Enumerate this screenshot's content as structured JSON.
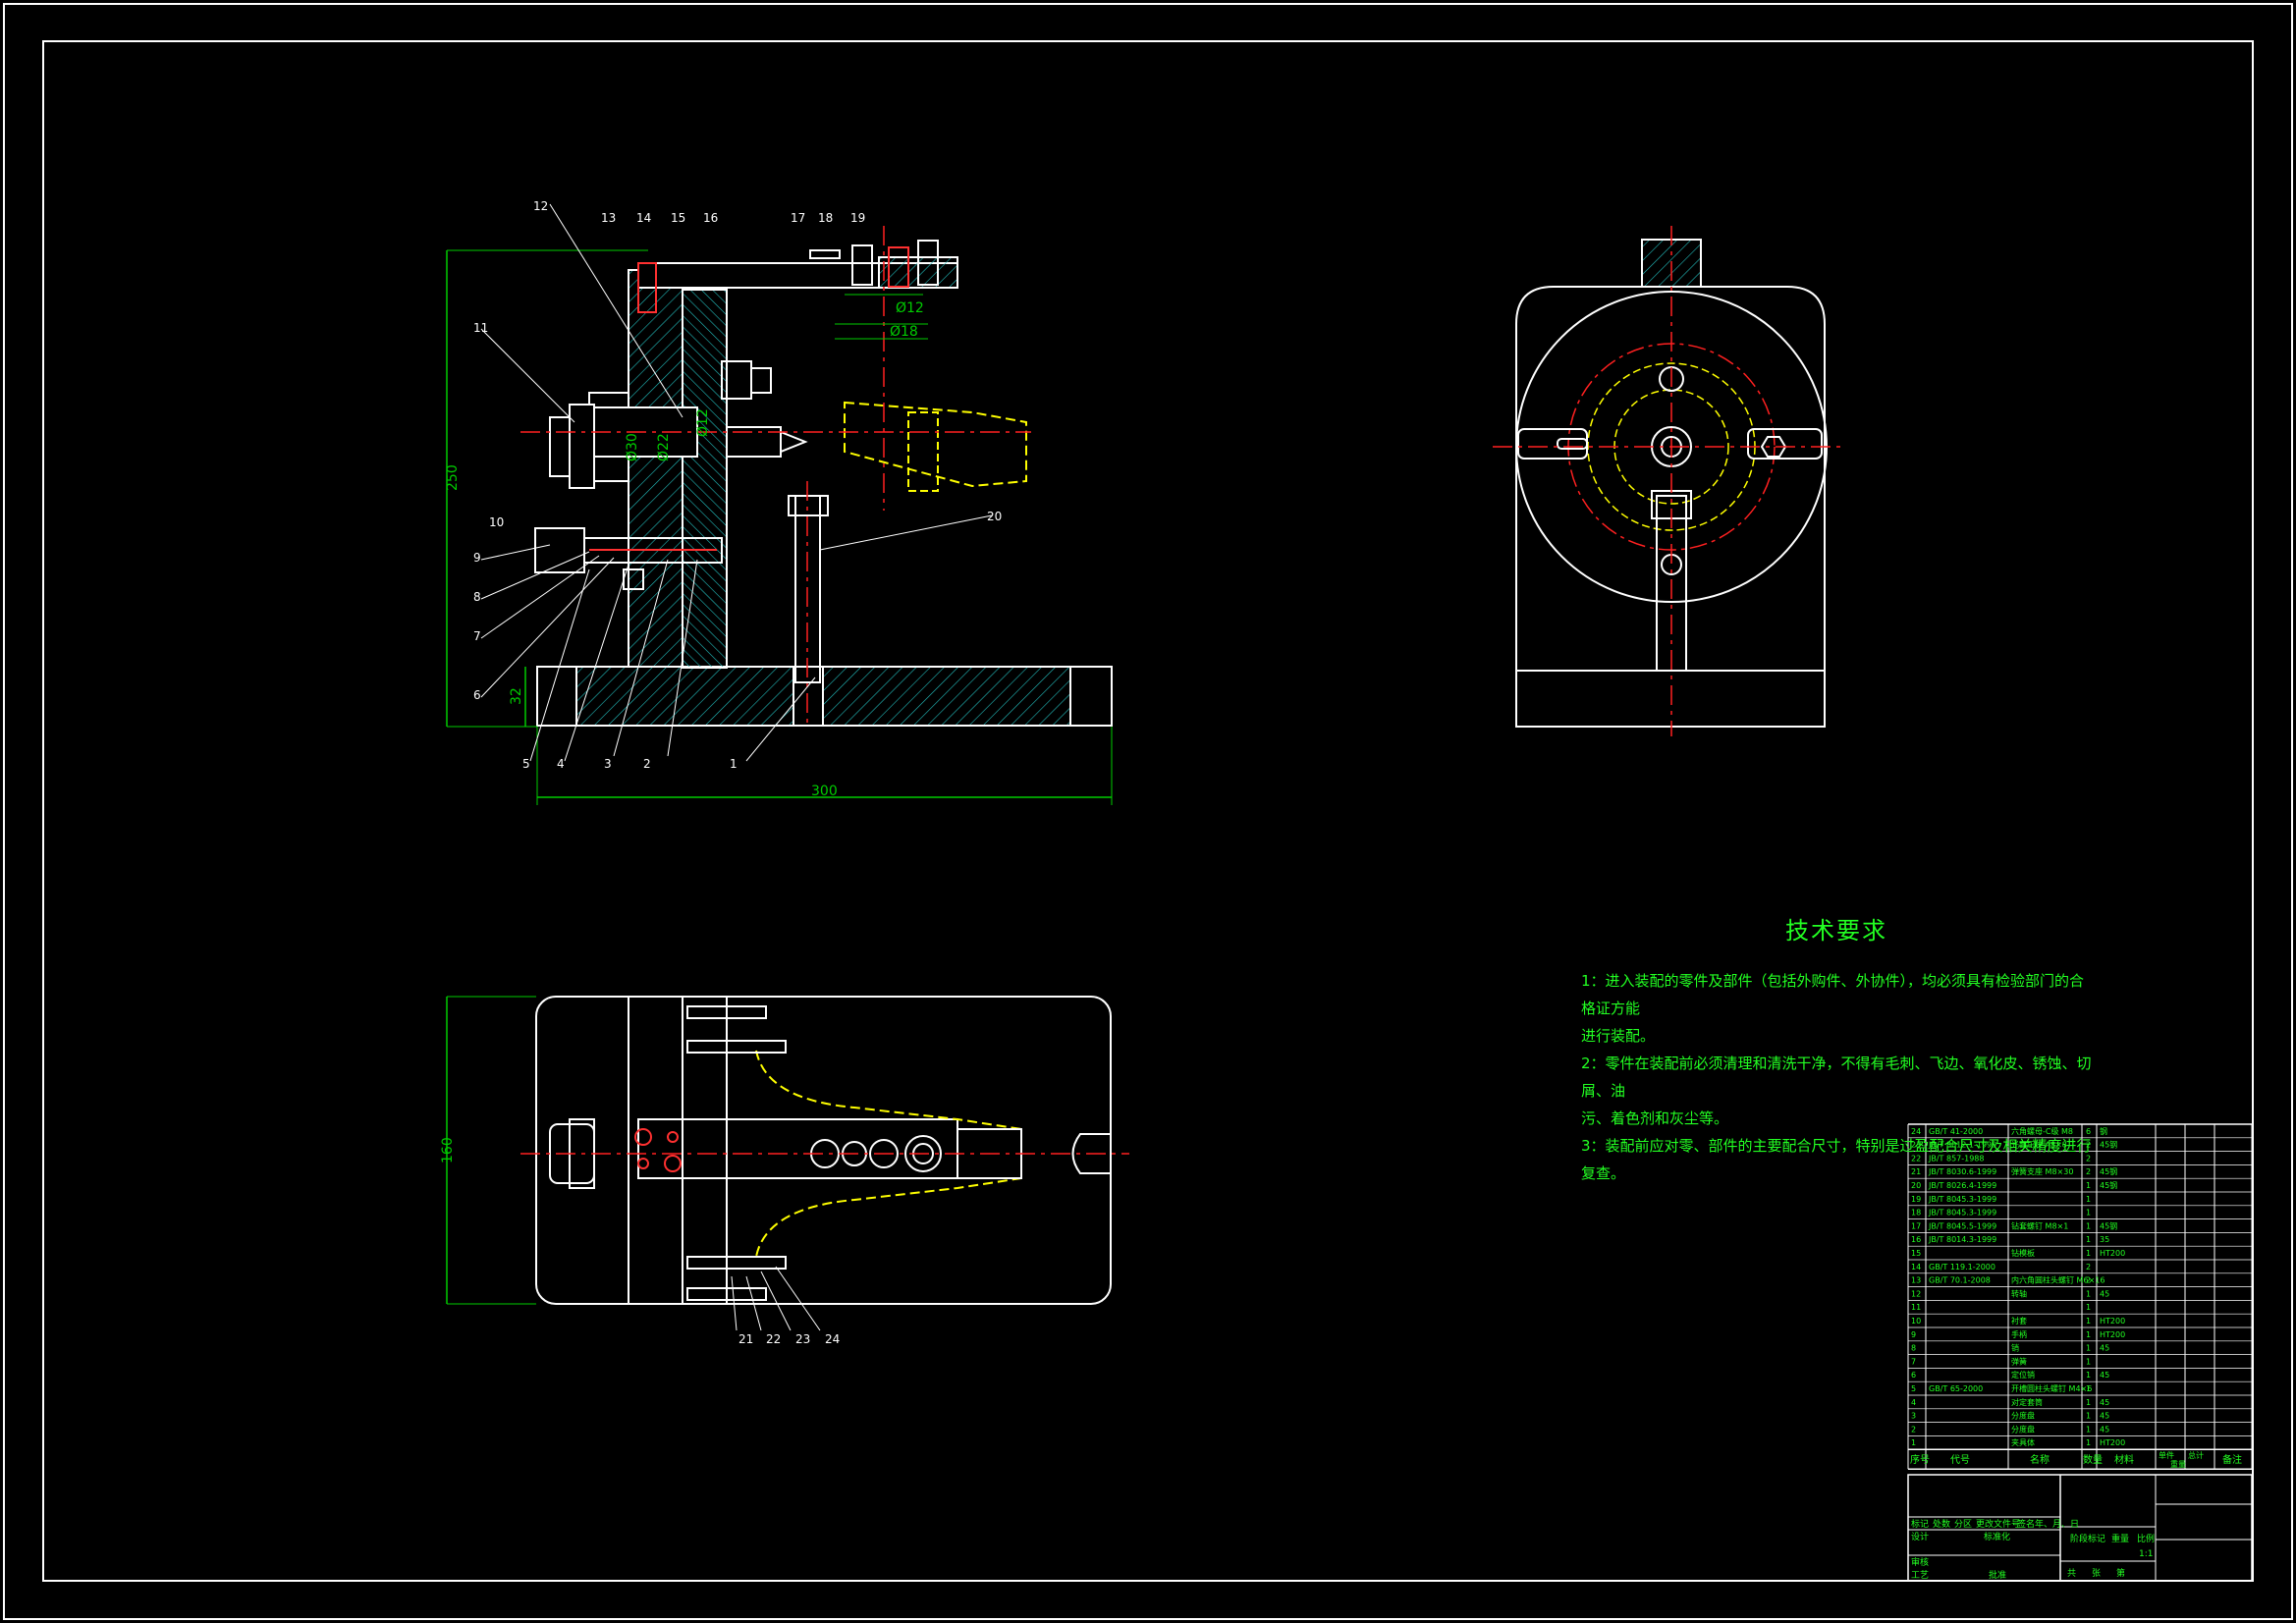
{
  "drawing": {
    "dimensions": {
      "height_250": "250",
      "height_32": "32",
      "width_300": "300",
      "width_160": "160",
      "d12": "Ø12",
      "d18": "Ø18",
      "d22": "Ø22",
      "d30": "Ø30",
      "d12b": "Ø12"
    },
    "balloons_front": [
      "1",
      "2",
      "3",
      "4",
      "5",
      "6",
      "7",
      "8",
      "9",
      "10",
      "11",
      "12",
      "13",
      "14",
      "15",
      "16",
      "17",
      "18",
      "19",
      "20"
    ],
    "balloons_top": [
      "21",
      "22",
      "23",
      "24"
    ]
  },
  "tech_requirements": {
    "title": "技术要求",
    "lines": [
      "1：进入装配的零件及部件（包括外购件、外协件），均必须具有检验部门的合格证方能",
      "进行装配。",
      "2：零件在装配前必须清理和清洗干净，不得有毛刺、飞边、氧化皮、锈蚀、切屑、油",
      "污、着色剂和灰尘等。",
      "3：装配前应对零、部件的主要配合尺寸，特别是过盈配合尺寸及相关精度进行复查。"
    ]
  },
  "bom": {
    "header": {
      "no": "序号",
      "code": "代号",
      "name": "名称",
      "qty": "数量",
      "material": "材料",
      "unit": "单件",
      "total": "总计",
      "weight": "重量",
      "remark": "备注"
    },
    "rows": [
      {
        "no": "24",
        "code": "GB/T 41-2000",
        "name": "六角螺母-C级 M8",
        "qty": "6",
        "material": "钢"
      },
      {
        "no": "23",
        "code": "JB/T 8012.1-1999",
        "name": "光面压块 A8×8",
        "qty": "2",
        "material": "45钢"
      },
      {
        "no": "22",
        "code": "JB/T 857-1988",
        "name": "",
        "qty": "2",
        "material": ""
      },
      {
        "no": "21",
        "code": "JB/T 8030.6-1999",
        "name": "弹簧支座 M8×30",
        "qty": "2",
        "material": "45钢"
      },
      {
        "no": "20",
        "code": "JB/T 8026.4-1999",
        "name": "",
        "qty": "1",
        "material": "45钢"
      },
      {
        "no": "19",
        "code": "JB/T 8045.3-1999",
        "name": "",
        "qty": "1",
        "material": ""
      },
      {
        "no": "18",
        "code": "JB/T 8045.3-1999",
        "name": "",
        "qty": "1",
        "material": ""
      },
      {
        "no": "17",
        "code": "JB/T 8045.5-1999",
        "name": "钻套螺钉 M8×1",
        "qty": "1",
        "material": "45钢"
      },
      {
        "no": "16",
        "code": "JB/T 8014.3-1999",
        "name": "",
        "qty": "1",
        "material": "35"
      },
      {
        "no": "15",
        "code": "",
        "name": "钻模板",
        "qty": "1",
        "material": "HT200"
      },
      {
        "no": "14",
        "code": "GB/T 119.1-2000",
        "name": "",
        "qty": "2",
        "material": ""
      },
      {
        "no": "13",
        "code": "GB/T 70.1-2008",
        "name": "内六角圆柱头螺钉 M6×16",
        "qty": "2",
        "material": ""
      },
      {
        "no": "12",
        "code": "",
        "name": "转轴",
        "qty": "1",
        "material": "45"
      },
      {
        "no": "11",
        "code": "",
        "name": "",
        "qty": "1",
        "material": ""
      },
      {
        "no": "10",
        "code": "",
        "name": "衬套",
        "qty": "1",
        "material": "HT200"
      },
      {
        "no": "9",
        "code": "",
        "name": "手柄",
        "qty": "1",
        "material": "HT200"
      },
      {
        "no": "8",
        "code": "",
        "name": "销",
        "qty": "1",
        "material": "45"
      },
      {
        "no": "7",
        "code": "",
        "name": "弹簧",
        "qty": "1",
        "material": ""
      },
      {
        "no": "6",
        "code": "",
        "name": "定位销",
        "qty": "1",
        "material": "45"
      },
      {
        "no": "5",
        "code": "GB/T 65-2000",
        "name": "开槽圆柱头螺钉 M4×6",
        "qty": "1",
        "material": ""
      },
      {
        "no": "4",
        "code": "",
        "name": "对定套筒",
        "qty": "1",
        "material": "45"
      },
      {
        "no": "3",
        "code": "",
        "name": "分度盘",
        "qty": "1",
        "material": "45"
      },
      {
        "no": "2",
        "code": "",
        "name": "分度盘",
        "qty": "1",
        "material": "45"
      },
      {
        "no": "1",
        "code": "",
        "name": "夹具体",
        "qty": "1",
        "material": "HT200"
      }
    ]
  },
  "title_block": {
    "mark": "标记",
    "count": "处数",
    "zone": "分区",
    "doc_no": "更改文件号",
    "sign": "签名",
    "date": "年、月、日",
    "design": "设计",
    "standardize": "标准化",
    "review": "审核",
    "process": "工艺",
    "approve": "批准",
    "stage_mark": "阶段标记",
    "weight": "重量",
    "scale": "比例",
    "scale_value": "1:1",
    "sheets_total": "共",
    "sheet_label": "张",
    "sheet_no": "第"
  },
  "colors": {
    "background": "#000000",
    "outline": "#ffffff",
    "dimension": "#00cc00",
    "hidden": "#ffff00",
    "center": "#ff2020",
    "hatch": "#22bbbb",
    "text": "#22ff22"
  }
}
